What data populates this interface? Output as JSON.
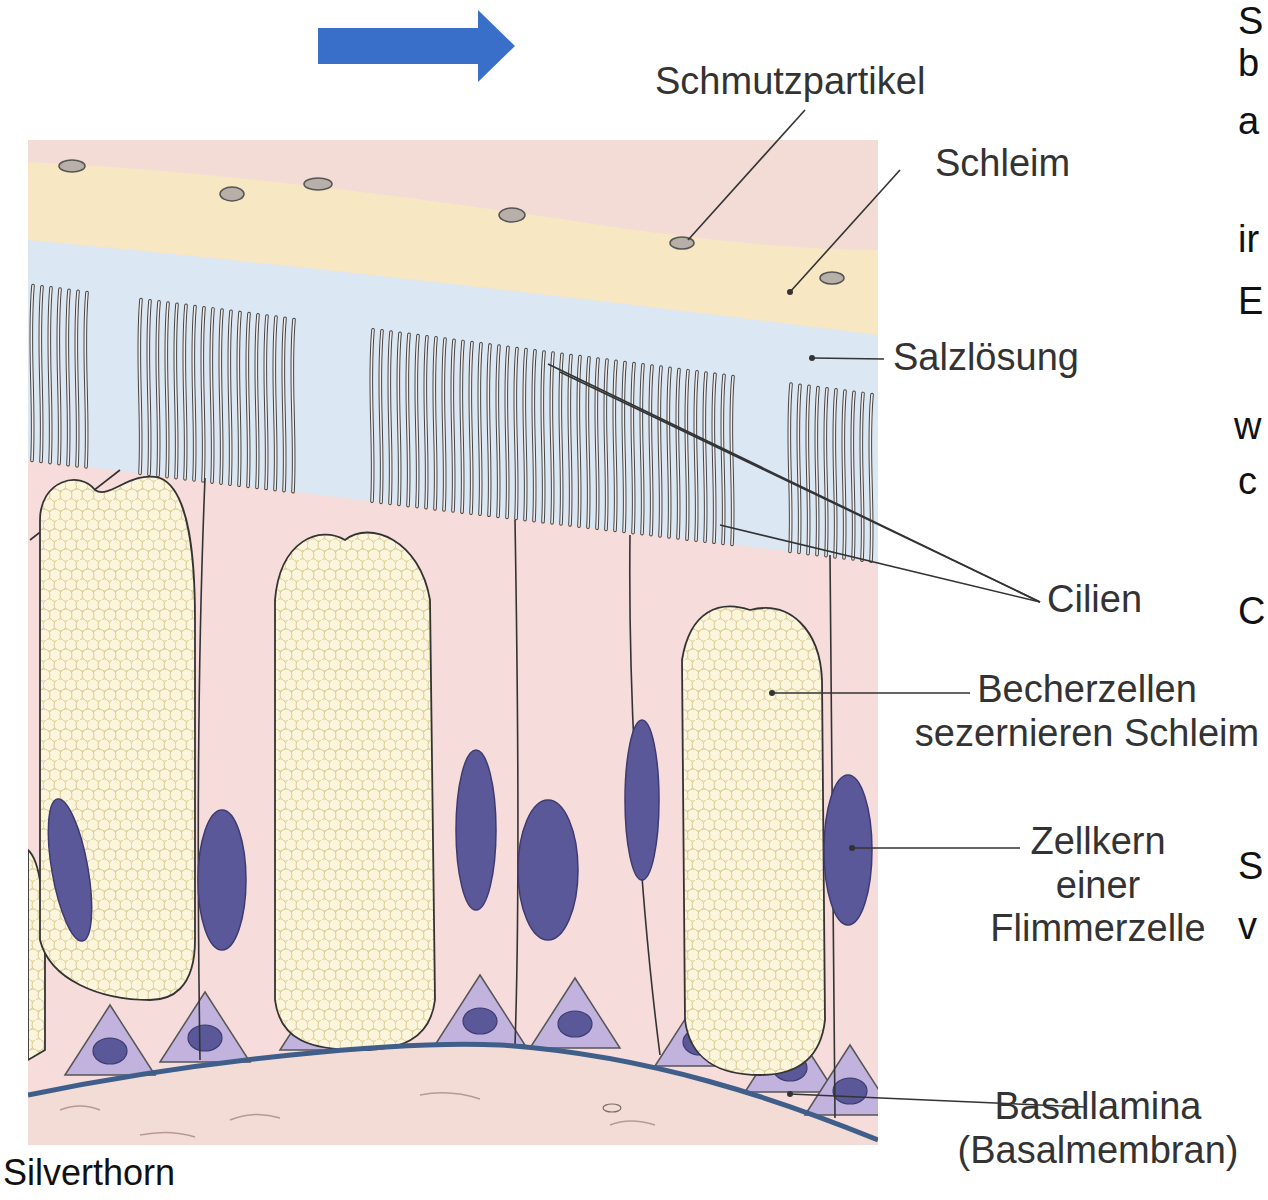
{
  "diagram": {
    "labels": [
      "Schmutzpartikel",
      "Schleim",
      "Salzlösung",
      "Cilien",
      "Becherzellen sezernieren Schleim",
      "Zellkern einer Flimmerzelle",
      "Basallamina (Basalmembran)",
      "Silverthorn",
      "S",
      "b",
      "a",
      "ir",
      "E",
      "w",
      "c",
      "C",
      "S",
      "v"
    ]
  }
}
